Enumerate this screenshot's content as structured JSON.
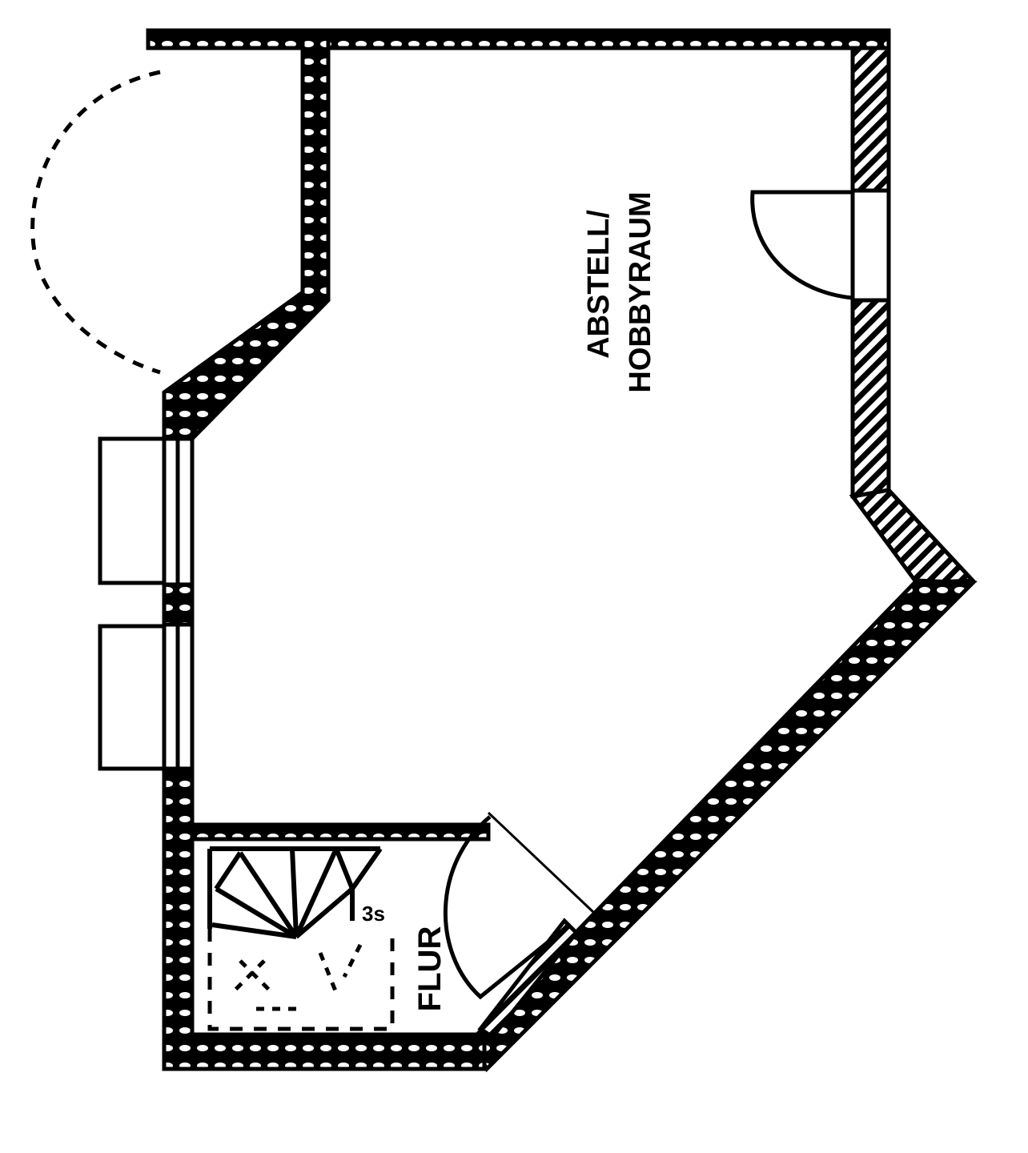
{
  "rooms": {
    "main_line1": "ABSTELL/",
    "main_line2": "HOBBYRAUM",
    "hall": "FLUR"
  },
  "stair_mark": "3s",
  "colors": {
    "ink": "#000000",
    "paper": "#ffffff"
  }
}
